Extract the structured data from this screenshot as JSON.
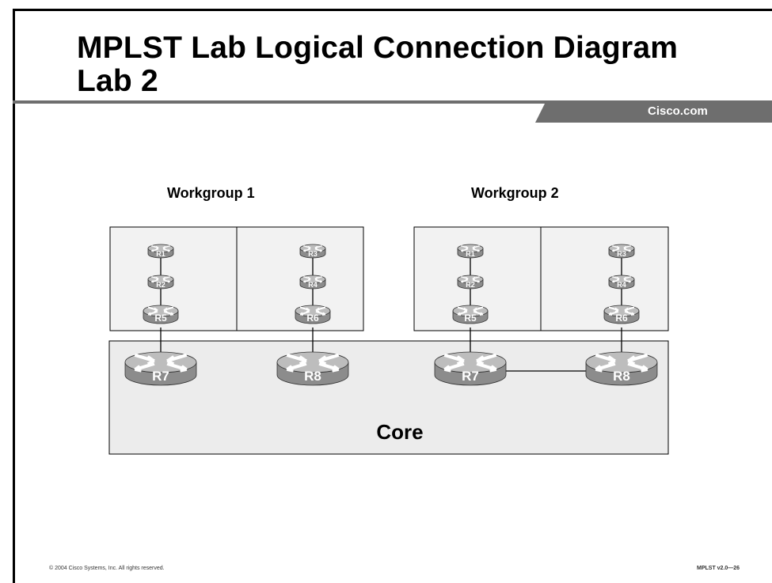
{
  "slide": {
    "title_lines": [
      "MPLST Lab Logical Connection Diagram",
      "Lab 2"
    ],
    "brand": "Cisco.com",
    "footer_left": "© 2004 Cisco Systems, Inc. All rights reserved.",
    "footer_right": "MPLST v2.0—26"
  },
  "colors": {
    "header_bar": "#6e6e6e",
    "router_body": "#8c8c8c",
    "router_top": "#bdbdbd",
    "core_fill": "#ececec",
    "workgroup_fill": "#f2f2f2"
  },
  "diagram": {
    "workgroups": [
      {
        "label": "Workgroup 1",
        "left_stack": [
          "R1",
          "R2",
          "R5"
        ],
        "right_stack": [
          "R3",
          "R4",
          "R6"
        ],
        "core_routers": [
          "R7",
          "R8"
        ]
      },
      {
        "label": "Workgroup 2",
        "left_stack": [
          "R1",
          "R2",
          "R5"
        ],
        "right_stack": [
          "R3",
          "R4",
          "R6"
        ],
        "core_routers": [
          "R7",
          "R8"
        ]
      }
    ],
    "core_label": "Core",
    "links": [
      [
        "Workgroup 1 R1",
        "Workgroup 1 R2"
      ],
      [
        "Workgroup 1 R2",
        "Workgroup 1 R5"
      ],
      [
        "Workgroup 1 R3",
        "Workgroup 1 R4"
      ],
      [
        "Workgroup 1 R4",
        "Workgroup 1 R6"
      ],
      [
        "Workgroup 1 R5",
        "Workgroup 1 R7"
      ],
      [
        "Workgroup 1 R6",
        "Workgroup 1 R8"
      ],
      [
        "Workgroup 2 R1",
        "Workgroup 2 R2"
      ],
      [
        "Workgroup 2 R2",
        "Workgroup 2 R5"
      ],
      [
        "Workgroup 2 R3",
        "Workgroup 2 R4"
      ],
      [
        "Workgroup 2 R4",
        "Workgroup 2 R6"
      ],
      [
        "Workgroup 2 R5",
        "Workgroup 2 R7"
      ],
      [
        "Workgroup 2 R6",
        "Workgroup 2 R8"
      ],
      [
        "Workgroup 2 R7",
        "Workgroup 2 R8"
      ]
    ]
  }
}
